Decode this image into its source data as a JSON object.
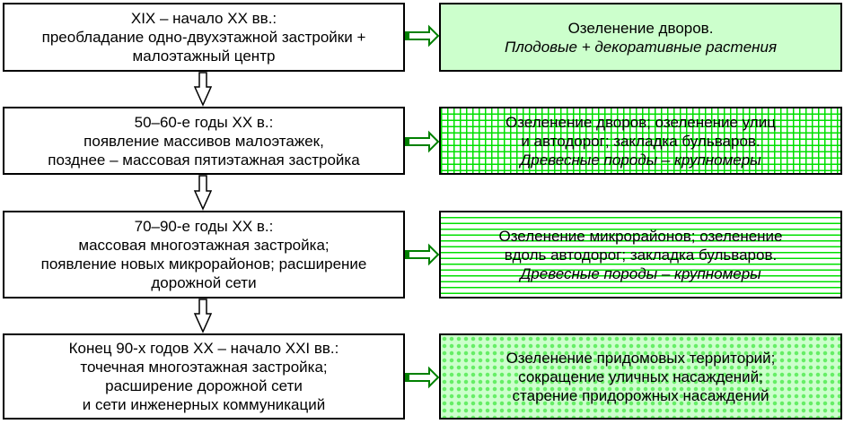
{
  "left": [
    {
      "lines": [
        "XIX – начало XX вв.:",
        "преобладание одно-двухэтажной застройки +",
        "малоэтажный центр"
      ]
    },
    {
      "lines": [
        "50–60-е годы XX в.:",
        "появление массивов малоэтажек,",
        "позднее – массовая пятиэтажная застройка"
      ]
    },
    {
      "lines": [
        "70–90-е годы XX в.:",
        "массовая многоэтажная застройка;",
        "появление новых микрорайонов; расширение",
        "дорожной сети"
      ]
    },
    {
      "lines": [
        "Конец 90-х годов XX – начало XXI вв.:",
        "точечная многоэтажная застройка;",
        "расширение дорожной сети",
        "и сети инженерных коммуникаций"
      ]
    }
  ],
  "right": [
    {
      "lines": [
        "Озеленение дворов."
      ],
      "italic": "Плодовые + декоративные растения"
    },
    {
      "lines": [
        "Озеленение дворов; озеленение улиц",
        "и автодорог; закладка бульваров."
      ],
      "italic": "Древесные породы – крупномеры"
    },
    {
      "lines": [
        "Озеленение микрорайонов; озеленение",
        "вдоль автодорог; закладка бульваров."
      ],
      "italic": "Древесные породы – крупномеры"
    },
    {
      "lines": [
        "Озеленение придомовых территорий;",
        "сокращение уличных насаждений;",
        "старение придорожных насаждений"
      ]
    }
  ],
  "colors": {
    "arrow": "#008000",
    "fill_light": "#ccffcc",
    "pattern": "#00e000"
  }
}
